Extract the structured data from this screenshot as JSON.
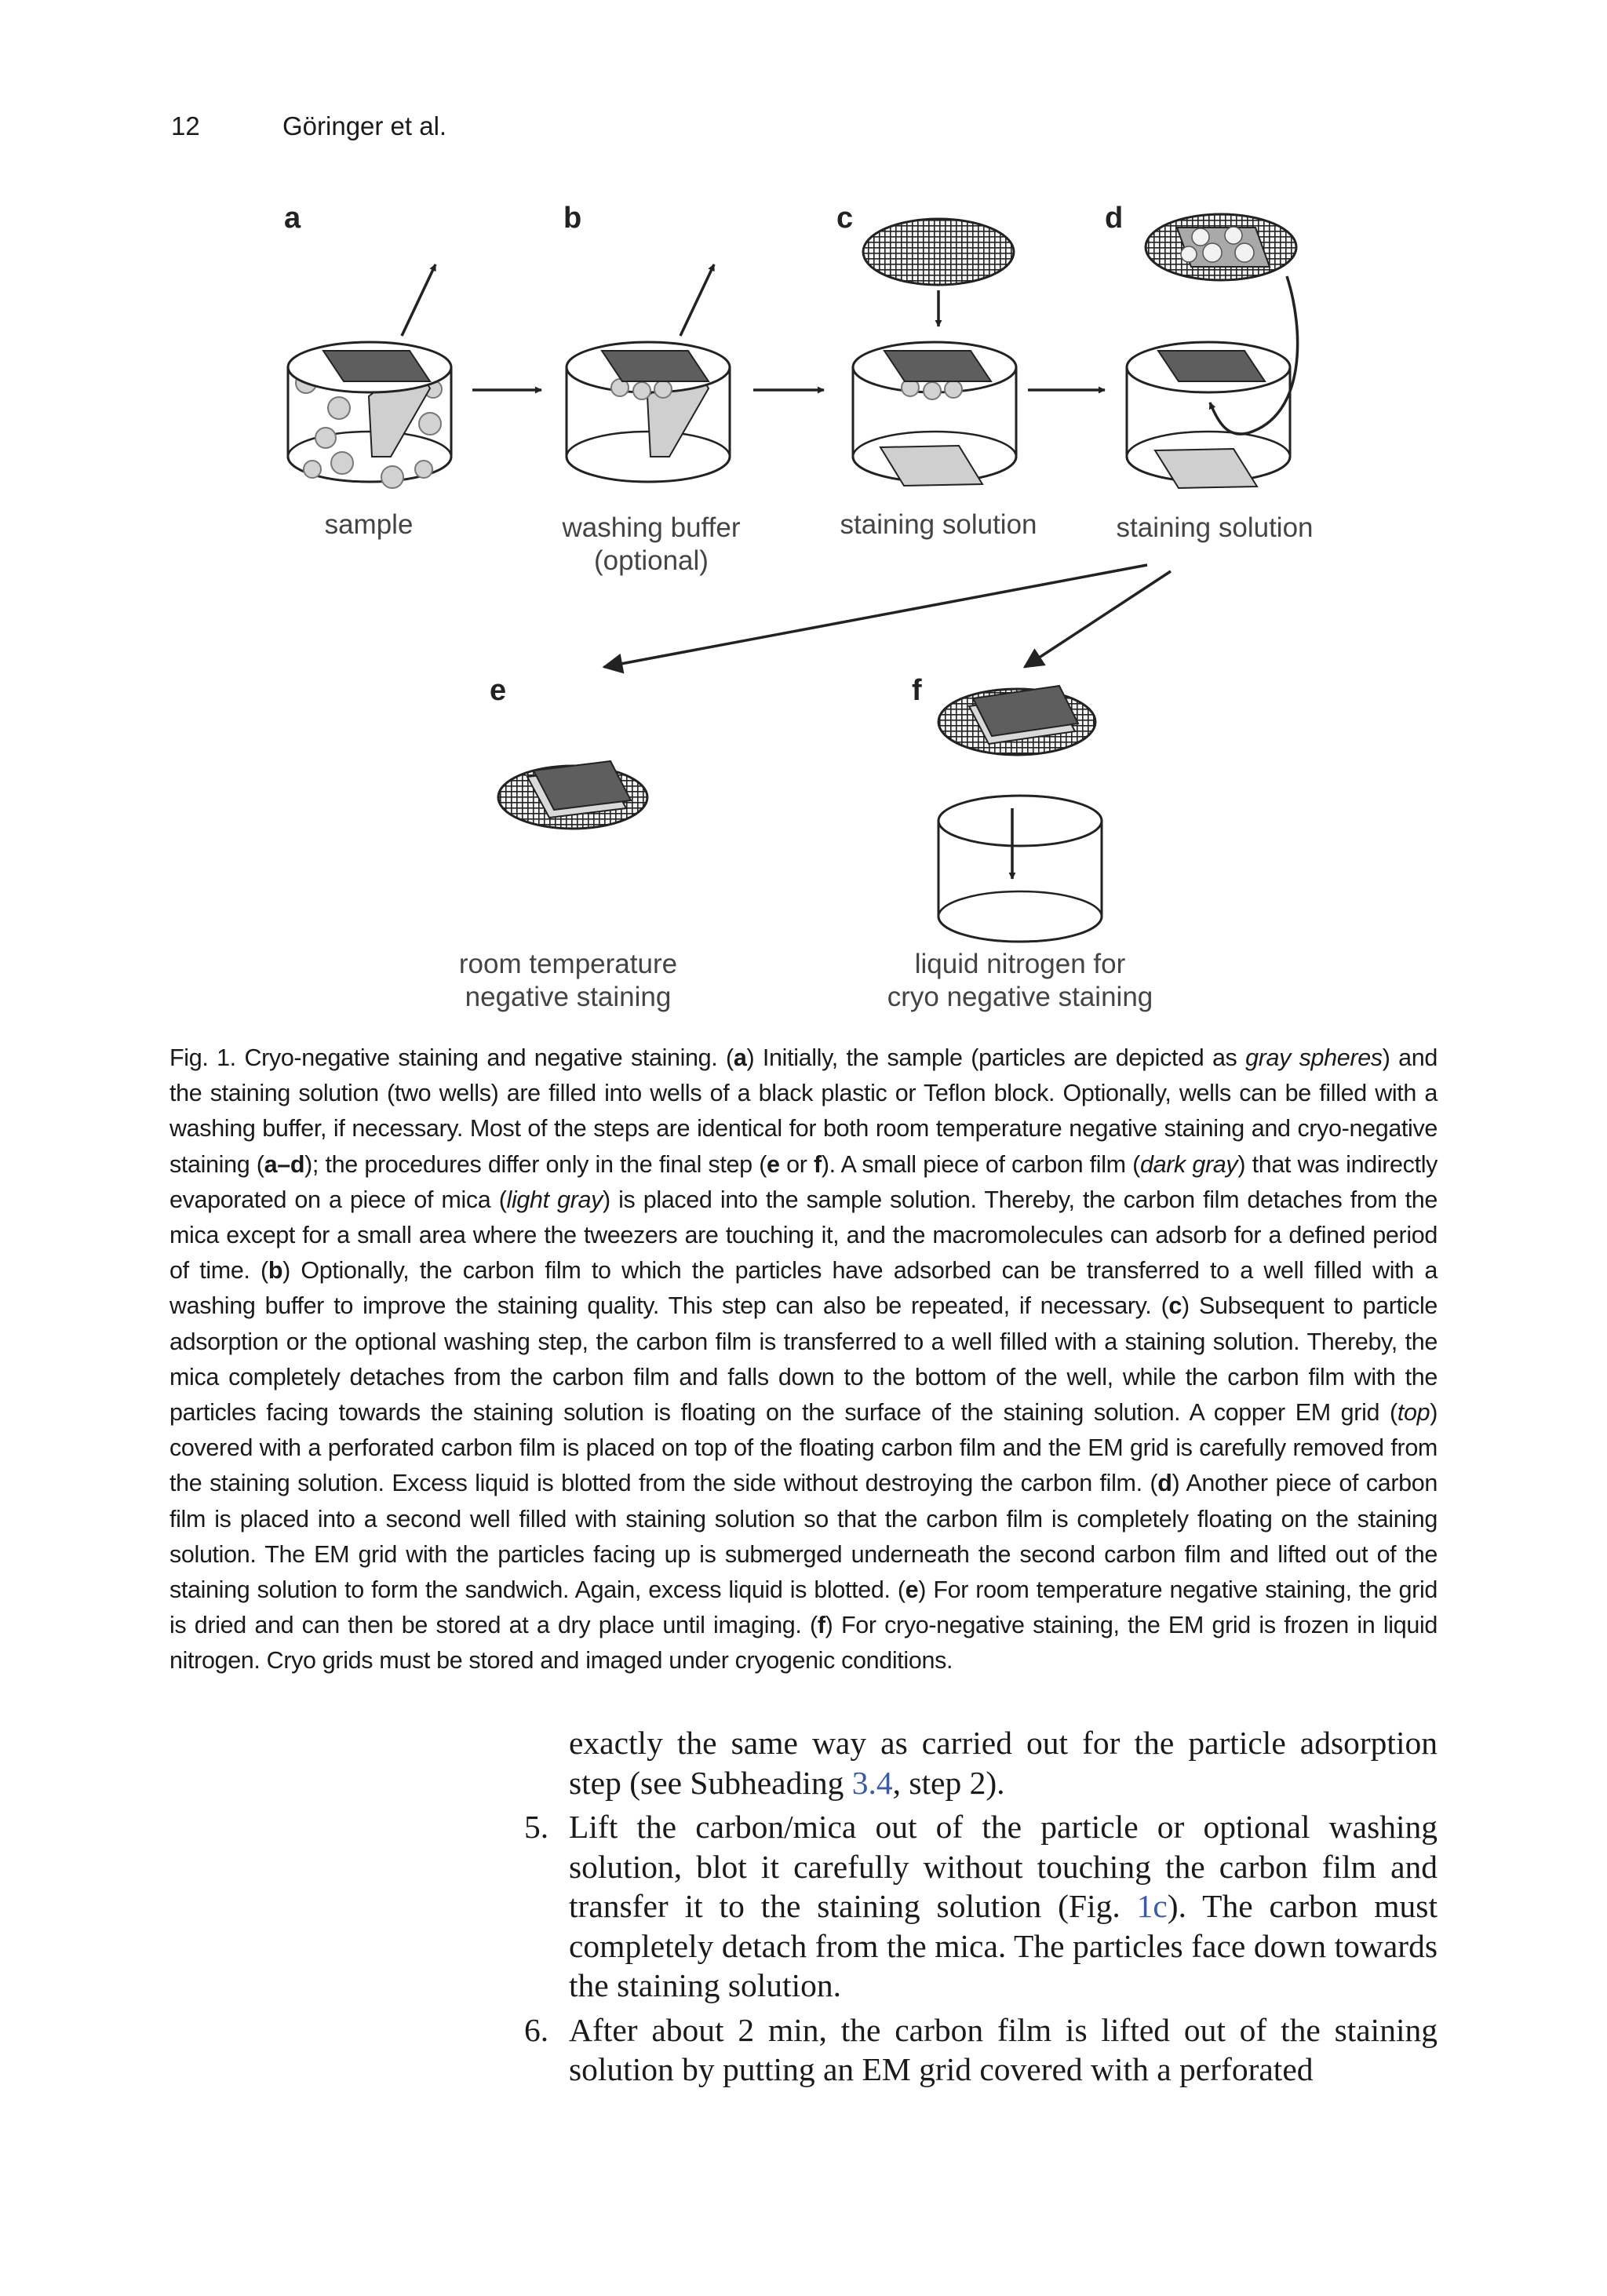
{
  "header": {
    "page_number": "12",
    "authors": "Göringer et al."
  },
  "figure": {
    "panel_labels": [
      "a",
      "b",
      "c",
      "d",
      "e",
      "f"
    ],
    "labels": {
      "a": "sample",
      "b_line1": "washing buffer",
      "b_line2": "(optional)",
      "c": "staining solution",
      "d": "staining solution",
      "e_line1": "room temperature",
      "e_line2": "negative staining",
      "f_line1": "liquid nitrogen for",
      "f_line2": "cryo negative staining"
    }
  },
  "caption": {
    "fig_label": "Fig. 1.",
    "title": " Cryo-negative staining and negative staining. (",
    "a_label": "a",
    "t1": ") Initially, the sample (particles are depicted as ",
    "gray_spheres": "gray spheres",
    "t2": ") and the staining solution (two wells) are filled into wells of a black plastic or Teflon block. Optionally, wells can be filled with a washing buffer, if necessary. Most of the steps are identical for both room temperature negative staining and cryo-negative staining (",
    "ad_label": "a–d",
    "t3": "); the procedures differ only in the final step (",
    "e_label": "e",
    "or": " or ",
    "f_label": "f",
    "t4": "). A small piece of carbon film (",
    "dark_gray": "dark gray",
    "t5": ") that was indirectly evaporated on a piece of mica (",
    "light_gray": "light gray",
    "t6": ") is placed into the sample solution. Thereby, the carbon film detaches from the mica except for a small area where the tweezers are touching it, and the macromolecules can adsorb for a defined period of time. (",
    "b_label": "b",
    "t7": ") Optionally, the carbon film to which the particles have adsorbed can be transferred to a well filled with a washing buffer to improve the staining quality. This step can also be repeated, if necessary. (",
    "c_label": "c",
    "t8": ") Subsequent to particle adsorption or the optional washing step, the carbon film is transferred to a well filled with a staining solution. Thereby, the mica completely detaches from the carbon film and falls down to the bottom of the well, while the carbon film with the particles facing towards the staining solution is floating on the surface of the staining solution. A copper EM grid (",
    "top": "top",
    "t9": ") covered with a perforated carbon film is placed on top of the floating carbon film and the EM grid is carefully removed from the staining solution. Excess liquid is blotted from the side without destroying the carbon film. (",
    "d_label": "d",
    "t10": ") Another piece of carbon film is placed into a second well filled with staining solution so that the carbon film is completely floating on the staining solution. The EM grid with the particles facing up is submerged underneath the second carbon film and lifted out of the staining solution to form the sandwich. Again, excess liquid is blotted. (",
    "e_label2": "e",
    "t11": ") For room temperature negative staining, the grid is dried and can then be stored at a dry place until imaging. (",
    "f_label2": "f",
    "t12": ") For cryo-negative staining, the EM grid is frozen in liquid nitrogen. Cryo grids must be stored and imaged under cryogenic conditions."
  },
  "body": {
    "cont_text": "exactly the same way as carried out for the particle adsorption step (see Subheading ",
    "cont_ref": "3.4",
    "cont_end": ", step 2).",
    "step5_num": "5.",
    "step5_text": "Lift the carbon/mica out of the particle or optional washing solution, blot it carefully without touching the carbon film and transfer it to the staining solution (Fig. ",
    "step5_ref": "1c",
    "step5_end": "). The carbon must completely detach from the mica. The particles face down towards the staining solution.",
    "step6_num": "6.",
    "step6_text": "After about 2 min, the carbon film is lifted out of the staining solution by putting an EM grid covered with a perforated"
  }
}
